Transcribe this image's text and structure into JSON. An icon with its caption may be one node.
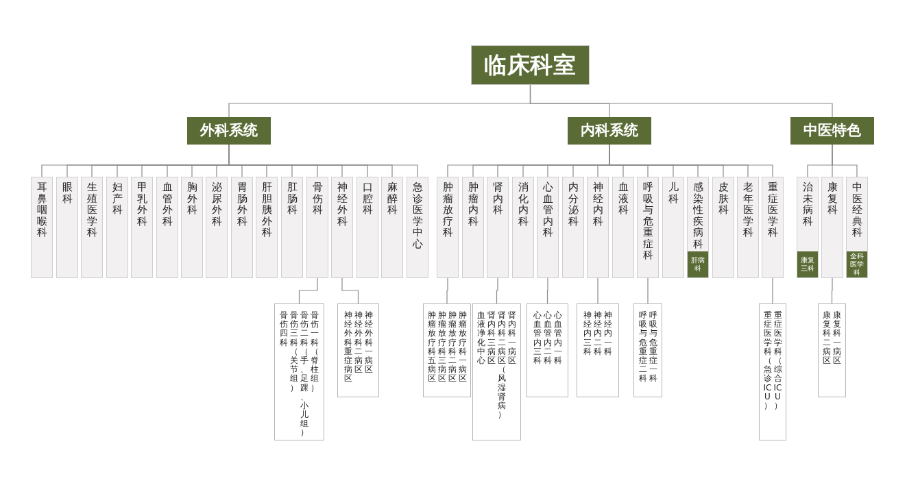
{
  "diagram": {
    "nodes": [
      {
        "text": [
          "临床科室"
        ]
      },
      {
        "text": [
          "外科系统"
        ]
      },
      {
        "text": [
          "内科系统"
        ]
      },
      {
        "text": [
          "中医特色"
        ]
      },
      {
        "text": [
          "耳鼻咽喉科"
        ]
      },
      {
        "text": [
          "眼科"
        ]
      },
      {
        "text": [
          "生殖医学科"
        ]
      },
      {
        "text": [
          "妇产科"
        ]
      },
      {
        "text": [
          "甲乳外科"
        ]
      },
      {
        "text": [
          "血管外科"
        ]
      },
      {
        "text": [
          "胸外科"
        ]
      },
      {
        "text": [
          "泌尿外科"
        ]
      },
      {
        "text": [
          "胃肠外科"
        ]
      },
      {
        "text": [
          "肝胆胰外科"
        ]
      },
      {
        "text": [
          "肛肠科"
        ]
      },
      {
        "text": [
          "骨伤科"
        ]
      },
      {
        "text": [
          "神经外科"
        ]
      },
      {
        "text": [
          "口腔科"
        ]
      },
      {
        "text": [
          "麻醉科"
        ]
      },
      {
        "text": [
          "急诊医学中心"
        ]
      },
      {
        "text": [
          "肿瘤放疗科"
        ]
      },
      {
        "text": [
          "肿瘤内科"
        ]
      },
      {
        "text": [
          "肾内科"
        ]
      },
      {
        "text": [
          "消化内科"
        ]
      },
      {
        "text": [
          "心血管内科"
        ]
      },
      {
        "text": [
          "内分泌科"
        ]
      },
      {
        "text": [
          "神经内科"
        ]
      },
      {
        "text": [
          "血液科"
        ]
      },
      {
        "text": [
          "呼吸与危重症科"
        ]
      },
      {
        "text": [
          "儿科"
        ]
      },
      {
        "text": [
          "感染性疾病科",
          "肝病科"
        ]
      },
      {
        "text": [
          "皮肤科"
        ]
      },
      {
        "text": [
          "老年医学科"
        ]
      },
      {
        "text": [
          "重症医学科"
        ]
      },
      {
        "text": [
          "治未病科",
          "康复三科"
        ]
      },
      {
        "text": [
          "康复科"
        ]
      },
      {
        "text": [
          "中医经典科",
          "全科医学科"
        ]
      },
      {
        "text": [
          "骨伤四科",
          "骨伤三科（关节组）",
          "骨伤二科（手、足踝、小儿组）",
          "骨伤一科（脊柱组）"
        ]
      },
      {
        "text": [
          "神经外科重症病区",
          "神经外科二病区",
          "神经外科一病区"
        ]
      },
      {
        "text": [
          "肿瘤放疗科五病区",
          "肿瘤放疗科三病区",
          "肿瘤放疗科二病区",
          "肿瘤放疗科一病区"
        ]
      },
      {
        "text": [
          "血液净化中心",
          "肾内科三病区",
          "肾内科二病区（风湿肾病）",
          "肾内科一病区"
        ]
      },
      {
        "text": [
          "心血管内三科",
          "心血管内二科",
          "心血管内一科"
        ]
      },
      {
        "text": [
          "神经内三科",
          "神经内二科",
          "神经内一科"
        ]
      },
      {
        "text": [
          "呼吸与危重症二科",
          "呼吸与危重症一科"
        ]
      },
      {
        "text": [
          "重症医学科（急诊ICU）",
          "重症医学科（综合ICU）"
        ]
      },
      {
        "text": [
          "康复科二病区",
          "康复科一病区"
        ]
      }
    ],
    "edges": [
      {
        "from": 0,
        "to": 1,
        "arrow": "none"
      },
      {
        "from": 0,
        "to": 2,
        "arrow": "none"
      },
      {
        "from": 0,
        "to": 3,
        "arrow": "none"
      },
      {
        "from": 1,
        "to": 4,
        "arrow": "none"
      },
      {
        "from": 1,
        "to": 5,
        "arrow": "none"
      },
      {
        "from": 1,
        "to": 6,
        "arrow": "none"
      },
      {
        "from": 1,
        "to": 7,
        "arrow": "none"
      },
      {
        "from": 1,
        "to": 8,
        "arrow": "none"
      },
      {
        "from": 1,
        "to": 9,
        "arrow": "none"
      },
      {
        "from": 1,
        "to": 10,
        "arrow": "none"
      },
      {
        "from": 1,
        "to": 11,
        "arrow": "none"
      },
      {
        "from": 1,
        "to": 12,
        "arrow": "none"
      },
      {
        "from": 1,
        "to": 13,
        "arrow": "none"
      },
      {
        "from": 1,
        "to": 14,
        "arrow": "none"
      },
      {
        "from": 1,
        "to": 15,
        "arrow": "none"
      },
      {
        "from": 1,
        "to": 16,
        "arrow": "none"
      },
      {
        "from": 1,
        "to": 17,
        "arrow": "none"
      },
      {
        "from": 1,
        "to": 18,
        "arrow": "none"
      },
      {
        "from": 1,
        "to": 19,
        "arrow": "none"
      },
      {
        "from": 2,
        "to": 20,
        "arrow": "none"
      },
      {
        "from": 2,
        "to": 21,
        "arrow": "none"
      },
      {
        "from": 2,
        "to": 22,
        "arrow": "none"
      },
      {
        "from": 2,
        "to": 23,
        "arrow": "none"
      },
      {
        "from": 2,
        "to": 24,
        "arrow": "none"
      },
      {
        "from": 2,
        "to": 25,
        "arrow": "none"
      },
      {
        "from": 2,
        "to": 26,
        "arrow": "none"
      },
      {
        "from": 2,
        "to": 27,
        "arrow": "none"
      },
      {
        "from": 2,
        "to": 28,
        "arrow": "none"
      },
      {
        "from": 2,
        "to": 29,
        "arrow": "none"
      },
      {
        "from": 2,
        "to": 30,
        "arrow": "none"
      },
      {
        "from": 2,
        "to": 31,
        "arrow": "none"
      },
      {
        "from": 2,
        "to": 32,
        "arrow": "none"
      },
      {
        "from": 2,
        "to": 33,
        "arrow": "none"
      },
      {
        "from": 3,
        "to": 34,
        "arrow": "none"
      },
      {
        "from": 3,
        "to": 35,
        "arrow": "none"
      },
      {
        "from": 3,
        "to": 36,
        "arrow": "none"
      },
      {
        "from": 15,
        "to": 37,
        "arrow": "none"
      },
      {
        "from": 16,
        "to": 38,
        "arrow": "none"
      },
      {
        "from": 20,
        "to": 39,
        "arrow": "none"
      },
      {
        "from": 22,
        "to": 40,
        "arrow": "none"
      },
      {
        "from": 24,
        "to": 41,
        "arrow": "none"
      },
      {
        "from": 26,
        "to": 42,
        "arrow": "none"
      },
      {
        "from": 28,
        "to": 43,
        "arrow": "none"
      },
      {
        "from": 33,
        "to": 44,
        "arrow": "none"
      },
      {
        "from": 35,
        "to": 45,
        "arrow": "none"
      }
    ]
  }
}
